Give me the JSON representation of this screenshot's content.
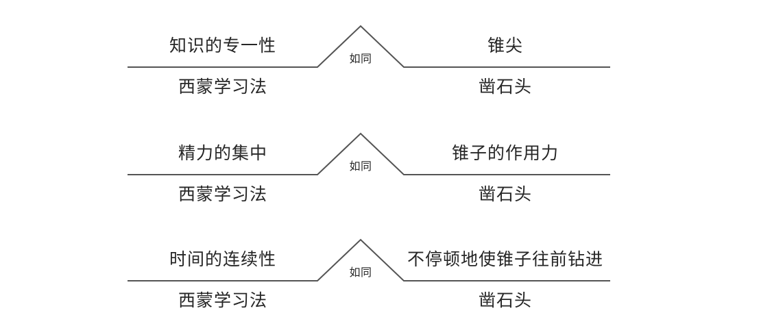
{
  "figure": {
    "background_color": "#ffffff",
    "line_color": "#545454",
    "text_color": "#262626",
    "rows": [
      {
        "left_numerator": "知识的专一性",
        "left_denominator": "西蒙学习法",
        "connector": "如同",
        "right_numerator": "锥尖",
        "right_denominator": "凿石头"
      },
      {
        "left_numerator": "精力的集中",
        "left_denominator": "西蒙学习法",
        "connector": "如同",
        "right_numerator": "锥子的作用力",
        "right_denominator": "凿石头"
      },
      {
        "left_numerator": "时间的连续性",
        "left_denominator": "西蒙学习法",
        "connector": "如同",
        "right_numerator": "不停顿地使锥子往前钻进",
        "right_denominator": "凿石头"
      }
    ]
  }
}
